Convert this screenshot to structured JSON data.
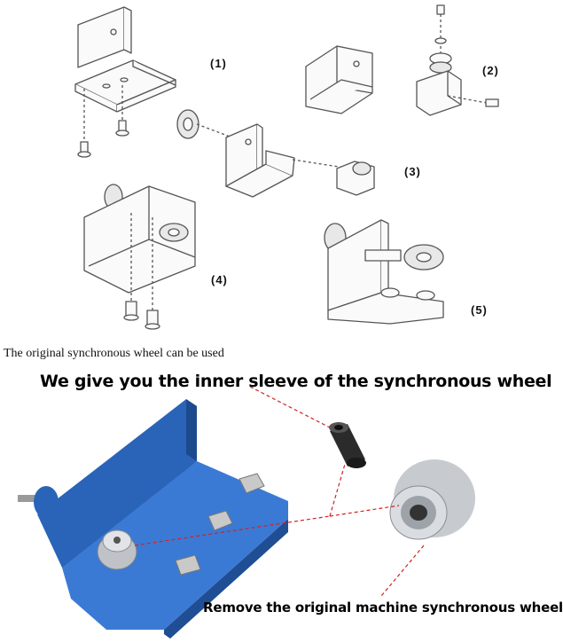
{
  "diagram": {
    "steps": [
      {
        "id": 1,
        "label": "(1)"
      },
      {
        "id": 2,
        "label": "(2)"
      },
      {
        "id": 3,
        "label": "(3)"
      },
      {
        "id": 4,
        "label": "(4)"
      },
      {
        "id": 5,
        "label": "(5)"
      }
    ]
  },
  "caption": "The original synchronous wheel can be used",
  "photo": {
    "heading": "We give you the inner sleeve of the synchronous wheel",
    "footer": "Remove the original machine synchronous wheel",
    "colors": {
      "bracket": "#2f6fc7",
      "pointer": "#d42020",
      "sleeve": "#2b2b2b",
      "pulley": "#b8bcc2"
    }
  }
}
